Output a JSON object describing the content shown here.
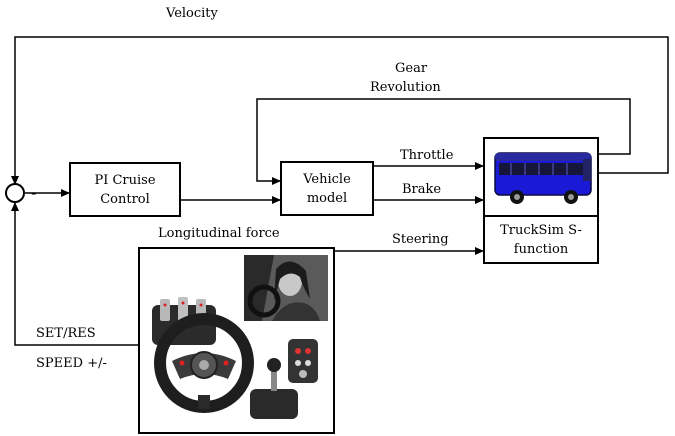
{
  "labels": {
    "velocity": "Velocity",
    "gear_revolution_line1": "Gear",
    "gear_revolution_line2": "Revolution",
    "throttle": "Throttle",
    "brake": "Brake",
    "steering": "Steering",
    "longitudinal_force": "Longitudinal force",
    "set_res": "SET/RES",
    "speed": "SPEED +/-",
    "minus": "-"
  },
  "blocks": {
    "pi_controller": {
      "line1": "PI Cruise",
      "line2": "Control"
    },
    "vehicle_model": {
      "line1": "Vehicle",
      "line2": "model"
    },
    "trucksim": {
      "line1": "TruckSim S-",
      "line2": "function"
    }
  },
  "colors": {
    "line": "#000000",
    "bus_body": "#1a1ad6",
    "bus_dark": "#0a0a40"
  },
  "icons": {
    "bus": "bus-icon",
    "steering_wheel": "steering-wheel-pedals-icon",
    "driver_photo": "driver-photo"
  }
}
